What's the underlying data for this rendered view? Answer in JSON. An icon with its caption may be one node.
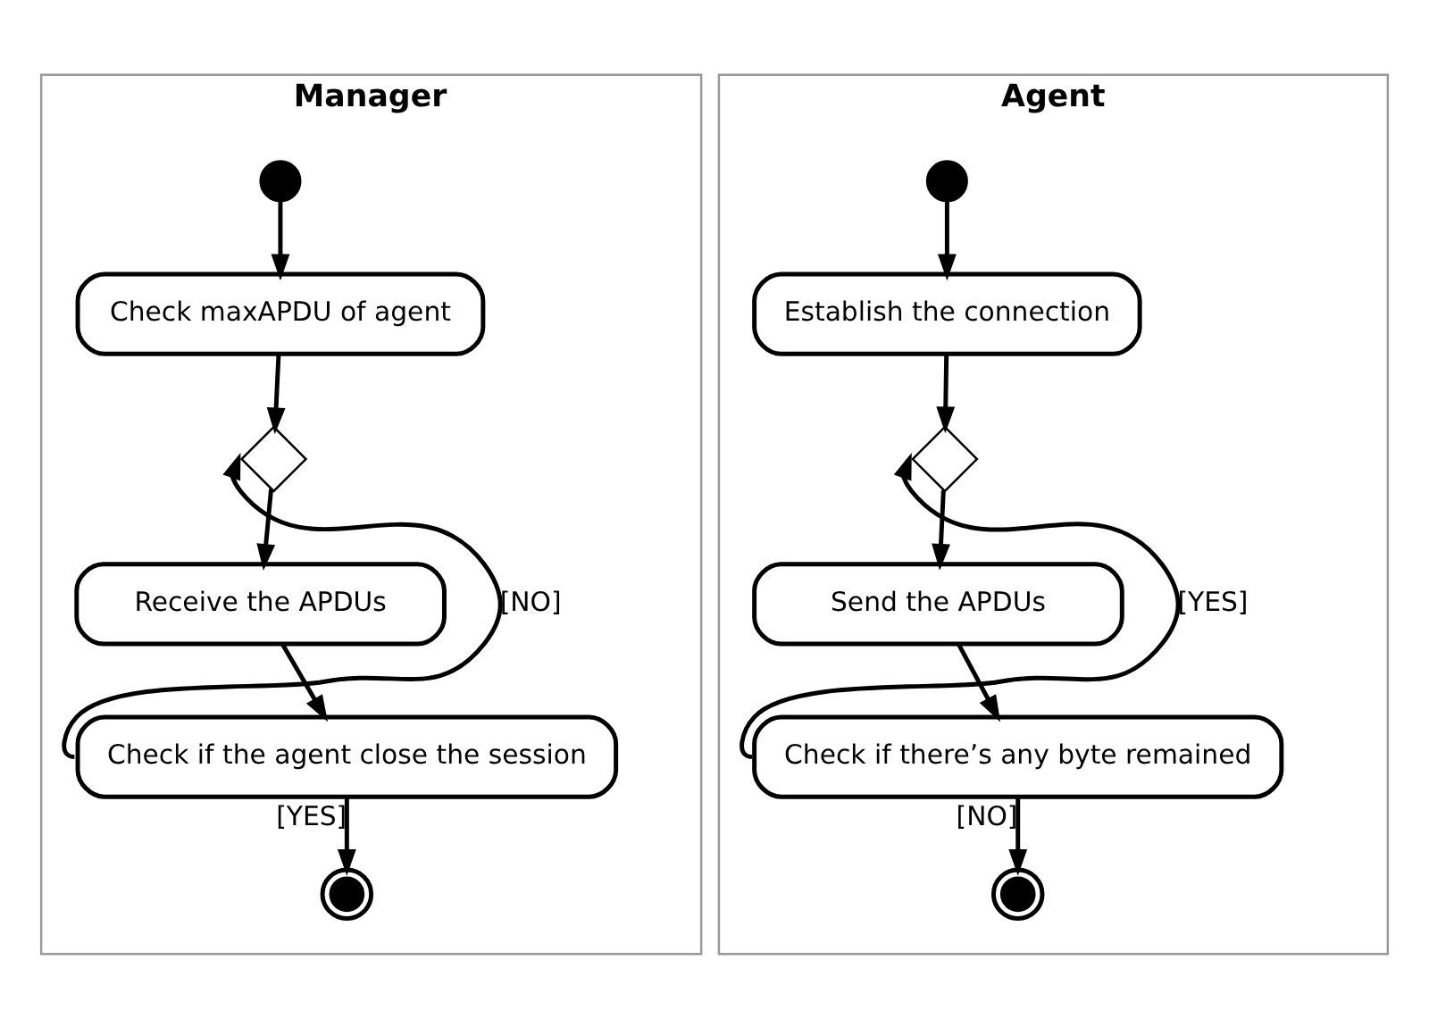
{
  "diagram": {
    "nodes": [
      {
        "text": [
          "Manager"
        ]
      },
      {
        "text": [],
        "shape": "dot",
        "in": 0
      },
      {
        "text": [
          "Check maxAPDU of agent"
        ],
        "in": 0
      },
      {
        "text": [],
        "shape": "diamond",
        "in": 0
      },
      {
        "text": [
          "Receive the APDUs"
        ],
        "in": 0
      },
      {
        "text": [
          "Check if the agent close the session"
        ],
        "in": 0
      },
      {
        "text": [],
        "shape": "bullseye",
        "in": 0
      },
      {
        "text": [
          "Agent"
        ]
      },
      {
        "text": [],
        "shape": "dot",
        "in": 7
      },
      {
        "text": [
          "Establish the connection"
        ],
        "in": 7
      },
      {
        "text": [],
        "shape": "diamond",
        "in": 7
      },
      {
        "text": [
          "Send the APDUs"
        ],
        "in": 7
      },
      {
        "text": [
          "Check if there’s any byte remained"
        ],
        "in": 7
      },
      {
        "text": [],
        "shape": "bullseye",
        "in": 7
      }
    ],
    "edges": [
      {
        "from": 1,
        "to": 2,
        "arrow": "to"
      },
      {
        "from": 2,
        "to": 3,
        "arrow": "to"
      },
      {
        "from": 3,
        "to": 4,
        "arrow": "to"
      },
      {
        "from": 4,
        "to": 5,
        "arrow": "to"
      },
      {
        "from": 5,
        "to": 3,
        "arrow": "to",
        "label": "[NO]"
      },
      {
        "from": 5,
        "to": 6,
        "arrow": "to",
        "label": "[YES]"
      },
      {
        "from": 8,
        "to": 9,
        "arrow": "to"
      },
      {
        "from": 9,
        "to": 10,
        "arrow": "to"
      },
      {
        "from": 10,
        "to": 11,
        "arrow": "to"
      },
      {
        "from": 11,
        "to": 12,
        "arrow": "to"
      },
      {
        "from": 12,
        "to": 10,
        "arrow": "to",
        "label": "[YES]"
      },
      {
        "from": 12,
        "to": 13,
        "arrow": "to",
        "label": "[NO]"
      }
    ]
  }
}
